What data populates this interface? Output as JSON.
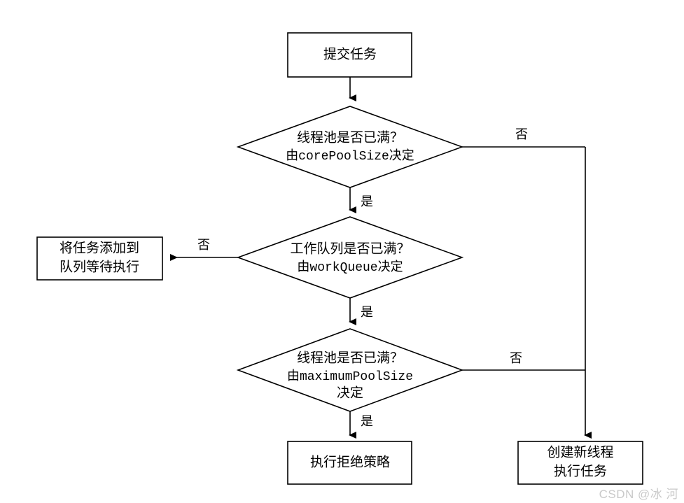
{
  "diagram": {
    "title": "Java Thread Pool Task Submission Flowchart",
    "stroke_color": "#000000",
    "fill_color": "#ffffff",
    "nodes": [
      {
        "id": "submit",
        "shape": "rectangle",
        "lines": [
          "提交任务"
        ]
      },
      {
        "id": "core_full",
        "shape": "diamond",
        "lines": [
          "线程池是否已满？",
          "由corePoolSize决定"
        ]
      },
      {
        "id": "queue_full",
        "shape": "diamond",
        "lines": [
          "工作队列是否已满？",
          "由workQueue决定"
        ]
      },
      {
        "id": "max_full",
        "shape": "diamond",
        "lines": [
          "线程池是否已满？",
          "由maximumPoolSize",
          "决定"
        ]
      },
      {
        "id": "add_to_queue",
        "shape": "rectangle",
        "lines": [
          "将任务添加到",
          "队列等待执行"
        ]
      },
      {
        "id": "reject",
        "shape": "rectangle",
        "lines": [
          "执行拒绝策略"
        ]
      },
      {
        "id": "create_thread",
        "shape": "rectangle",
        "lines": [
          "创建新线程",
          "执行任务"
        ]
      }
    ],
    "edge_labels": {
      "core_no": "否",
      "core_yes": "是",
      "queue_no": "否",
      "queue_yes": "是",
      "max_no": "否",
      "max_yes": "是"
    }
  },
  "watermark": {
    "text": "CSDN @冰 河",
    "color": "#c9c9c9"
  }
}
